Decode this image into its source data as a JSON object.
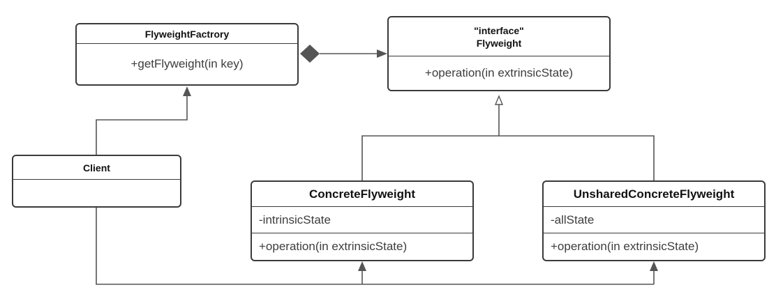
{
  "diagram": {
    "factory": {
      "name": "FlyweightFactrory",
      "methods": [
        "+getFlyweight(in key)"
      ]
    },
    "flyweight": {
      "stereotype": "\"interface\"",
      "name": "Flyweight",
      "methods": [
        "+operation(in extrinsicState)"
      ]
    },
    "client": {
      "name": "Client"
    },
    "concrete": {
      "name": "ConcreteFlyweight",
      "attributes": [
        "-intrinsicState"
      ],
      "methods": [
        "+operation(in extrinsicState)"
      ]
    },
    "unshared": {
      "name": "UnsharedConcreteFlyweight",
      "attributes": [
        "-allState"
      ],
      "methods": [
        "+operation(in extrinsicState)"
      ]
    }
  },
  "colors": {
    "line": "#555555",
    "border": "#3a3a3a",
    "text": "#3d3d3d"
  }
}
